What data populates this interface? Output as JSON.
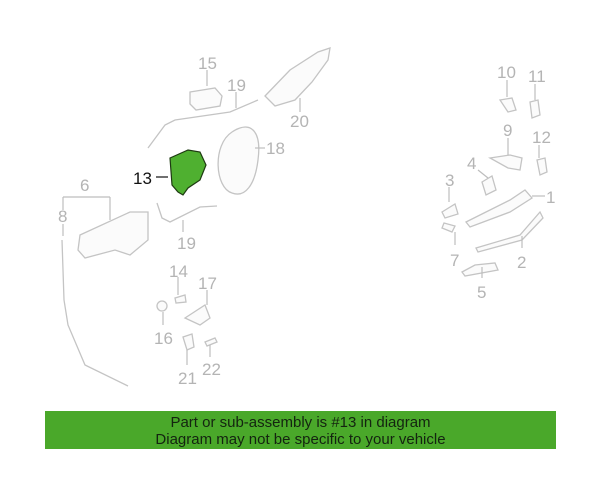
{
  "diagram": {
    "highlighted_part": "13",
    "highlight_color": "#4fb030",
    "callouts": [
      "15",
      "19",
      "20",
      "18",
      "13",
      "6",
      "8",
      "19",
      "14",
      "17",
      "16",
      "21",
      "22",
      "10",
      "11",
      "9",
      "12",
      "4",
      "3",
      "1",
      "7",
      "2",
      "5"
    ]
  },
  "banner": {
    "line1": "Part or sub-assembly is #13 in diagram",
    "line2": "Diagram may not be specific to your vehicle",
    "color": "#4aa82a"
  }
}
